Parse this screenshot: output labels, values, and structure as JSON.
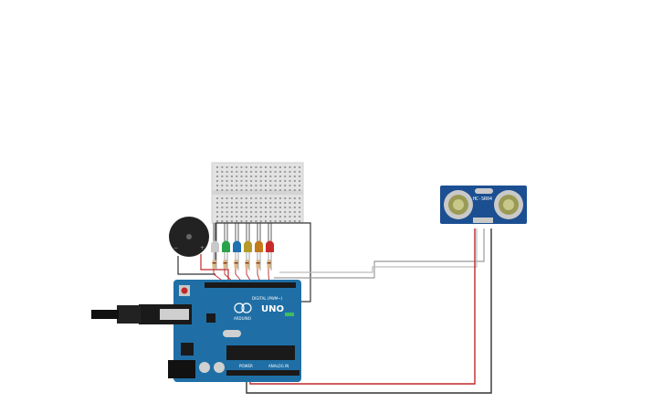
{
  "circuit": {
    "arduino": {
      "logo": "UNO",
      "brand": "ARDUINO",
      "header_digital": "DIGITAL (PWM~)",
      "header_power": "POWER",
      "header_analog": "ANALOG IN"
    },
    "sensor": {
      "label": "HC-SR04"
    },
    "colors": {
      "board": "#1f6fa6",
      "sensor_board": "#1b4f91",
      "breadboard": "#e3e3e3",
      "buzzer": "#222222",
      "wire_red": "#c0282a",
      "wire_black": "#222222",
      "wire_gray": "#9a9a9a",
      "led_colors": [
        "#c9c9c9",
        "#2aa34a",
        "#1f6fb3",
        "#b59a2a",
        "#c27a1a",
        "#c82a2a"
      ]
    }
  }
}
